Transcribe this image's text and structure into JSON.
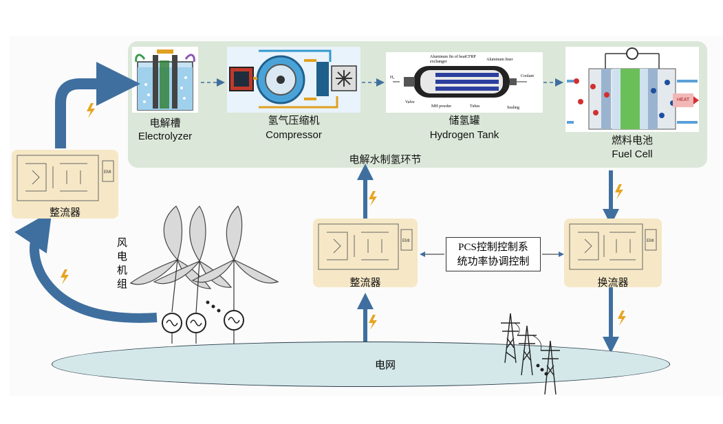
{
  "components": {
    "electrolyzer": {
      "cn": "电解槽",
      "en": "Electrolyzer"
    },
    "compressor": {
      "cn": "氢气压缩机",
      "en": "Compressor"
    },
    "tank": {
      "cn": "储氢罐",
      "en": "Hydrogen Tank"
    },
    "fuelcell": {
      "cn": "燃料电池",
      "en": "Fuel Cell"
    }
  },
  "hydrogen_section_label": "电解水制氢环节",
  "converters": {
    "rectifier_left": "整流器",
    "rectifier_center": "整流器",
    "inverter_right": "换流器"
  },
  "pcs_label": "PCS控制控制系统功率协调控制",
  "pcs_lines": [
    "PCS控制控制系",
    "统功率协调控制"
  ],
  "wind_label": "风电机组",
  "grid_label": "电网",
  "tank_image_text": {
    "fin": "Aluminum fin of heat exchanger",
    "cfrp": "CFRP",
    "liner": "Aluminum liner",
    "h2": "H₂",
    "coolant": "Coolant",
    "valve": "Valve",
    "mh": "MH powder",
    "tubes": "Tubes",
    "sealing": "Sealing"
  },
  "fuelcell_image_text": {
    "heat": "HEAT"
  },
  "converter_tag": "EMI",
  "colors": {
    "arrow_blue": "#3f6f9f",
    "hydrogen_bg": "#dbe7d8",
    "converter_bg": "#f6e8c6",
    "grid_fill": "#d4e8ea",
    "lightning": "#e7a521"
  }
}
